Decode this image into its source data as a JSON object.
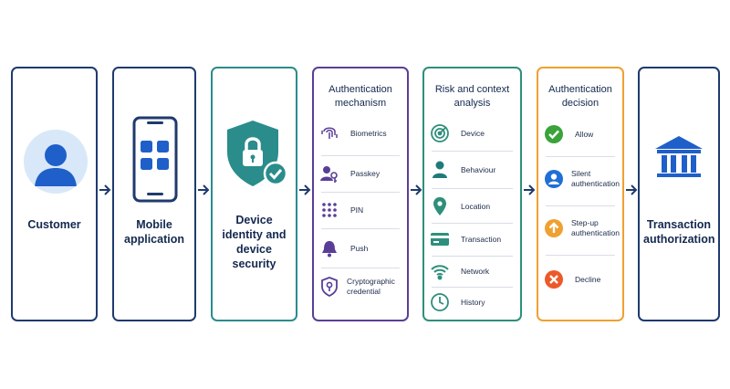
{
  "customer": {
    "label": "Customer"
  },
  "mobile": {
    "label": "Mobile application"
  },
  "device": {
    "label": "Device identity and device security"
  },
  "auth_mech": {
    "title": "Authentication mechanism",
    "items": [
      {
        "label": "Biometrics",
        "icon": "fingerprint-icon"
      },
      {
        "label": "Passkey",
        "icon": "user-key-icon"
      },
      {
        "label": "PIN",
        "icon": "keypad-icon"
      },
      {
        "label": "Push",
        "icon": "bell-icon"
      },
      {
        "label": "Cryptographic credential",
        "icon": "shield-key-icon"
      }
    ]
  },
  "risk": {
    "title": "Risk and context analysis",
    "items": [
      {
        "label": "Device",
        "icon": "target-icon"
      },
      {
        "label": "Behaviour",
        "icon": "person-icon"
      },
      {
        "label": "Location",
        "icon": "location-pin-icon"
      },
      {
        "label": "Transaction",
        "icon": "card-icon"
      },
      {
        "label": "Network",
        "icon": "wifi-icon"
      },
      {
        "label": "History",
        "icon": "clock-icon"
      }
    ]
  },
  "decision": {
    "title": "Authentication decision",
    "items": [
      {
        "label": "Allow",
        "icon": "check-circle-icon",
        "color": "#3aa33a"
      },
      {
        "label": "Silent authentication",
        "icon": "user-circle-icon",
        "color": "#1f6fd6"
      },
      {
        "label": "Step-up authentication",
        "icon": "up-arrow-circle-icon",
        "color": "#f0a030"
      },
      {
        "label": "Decline",
        "icon": "x-circle-icon",
        "color": "#ec5a2a"
      }
    ]
  },
  "transaction": {
    "label": "Transaction authorization"
  },
  "colors": {
    "navy": "#1f3a6e",
    "teal": "#2b8c8c",
    "purple": "#5a3e96",
    "blue": "#1f6fd6",
    "orange": "#f0a030"
  }
}
